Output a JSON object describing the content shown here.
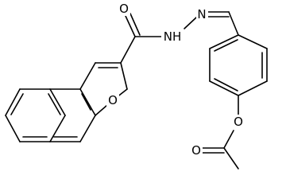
{
  "molecule": {
    "atoms": {
      "carbonyl_oxygen": "O",
      "amide_nitrogen": "NH",
      "hydrazone_nitrogen": "N",
      "furan_oxygen": "O",
      "ester_oxygen": "O",
      "acetyl_oxygen": "O"
    }
  },
  "colors": {
    "bond": "#000000",
    "background": "#ffffff"
  }
}
